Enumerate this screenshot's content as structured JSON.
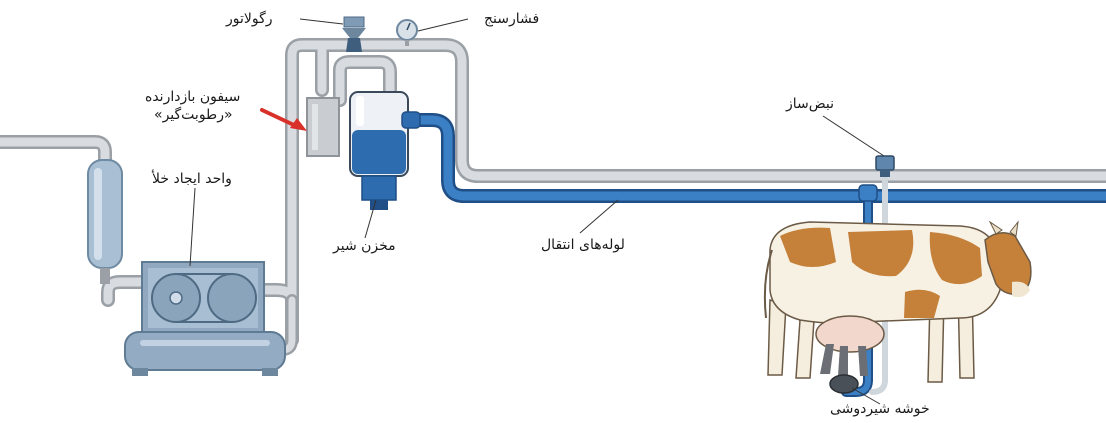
{
  "labels": {
    "regulator": "رگولاتور",
    "pressure_gauge": "فشارسنج",
    "siphon_line1": "سیفون بازدارنده",
    "siphon_line2": "«رطوبت‌گیر»",
    "vacuum_unit": "واحد ایجاد خلأ",
    "milk_tank": "مخزن شیر",
    "transfer_pipes": "لوله‌های انتقال",
    "pulsator": "نبض‌ساز",
    "milking_cluster": "خوشه شیردوشی"
  },
  "colors": {
    "vacuum_pipe": "#c9cdd2",
    "milk_pipe": "#2f6fb3",
    "milk": "#2e6cb0",
    "pump": "#7e9ab4",
    "cow_patch": "#c5803a",
    "arrow": "#d9302a"
  }
}
